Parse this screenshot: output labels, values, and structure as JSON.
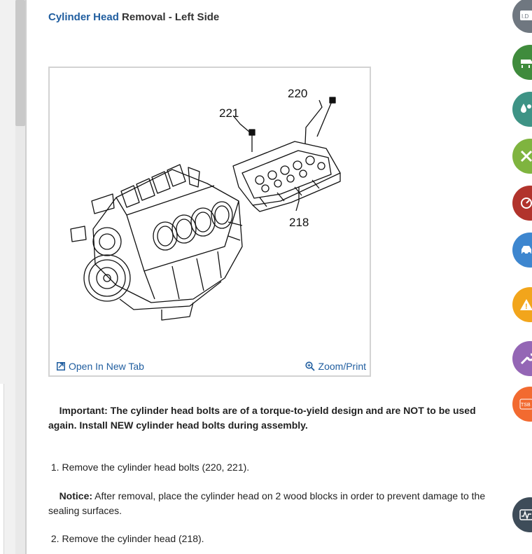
{
  "page": {
    "title_accent": "Cylinder Head",
    "title_rest": " Removal - Left Side"
  },
  "figure": {
    "callouts": [
      "220",
      "221",
      "218"
    ],
    "open_new_tab_label": "Open In New Tab",
    "zoom_print_label": "Zoom/Print"
  },
  "important": {
    "label": "Important:",
    "text": " The cylinder head bolts are of a torque-to-yield design and are NOT to be used again. Install NEW cylinder head bolts during assembly."
  },
  "steps": [
    {
      "text": "1. Remove the cylinder head bolts (220, 221)."
    },
    {
      "text": "2. Remove the cylinder head (218)."
    }
  ],
  "notice": {
    "label": "Notice:",
    "text": " After removal, place the cylinder head on 2 wood blocks in order to prevent damage to the sealing surfaces."
  },
  "sidebar_buttons": [
    {
      "name": "id-button",
      "color": "#6f7780",
      "icon": "id-icon",
      "glyph": "I.D"
    },
    {
      "name": "vehicle-lift-button",
      "color": "#3f8b3c",
      "icon": "lift-icon",
      "glyph": ""
    },
    {
      "name": "fluids-button",
      "color": "#3e9385",
      "icon": "fluids-icon",
      "glyph": ""
    },
    {
      "name": "parts-button",
      "color": "#7fb43f",
      "icon": "parts-icon",
      "glyph": ""
    },
    {
      "name": "diagnostics-button",
      "color": "#b1332c",
      "icon": "gauge-icon",
      "glyph": ""
    },
    {
      "name": "specs-button",
      "color": "#3d86cf",
      "icon": "car-icon",
      "glyph": ""
    },
    {
      "name": "warnings-button",
      "color": "#f2a51b",
      "icon": "warning-icon",
      "glyph": "!"
    },
    {
      "name": "tools-button",
      "color": "#9466b5",
      "icon": "wrench-icon",
      "glyph": ""
    },
    {
      "name": "tsb-button",
      "color": "#f26a30",
      "icon": "tsb-icon",
      "glyph": "TSB"
    },
    {
      "name": "waveform-button",
      "color": "#3e4c59",
      "icon": "waveform-icon",
      "glyph": ""
    }
  ]
}
